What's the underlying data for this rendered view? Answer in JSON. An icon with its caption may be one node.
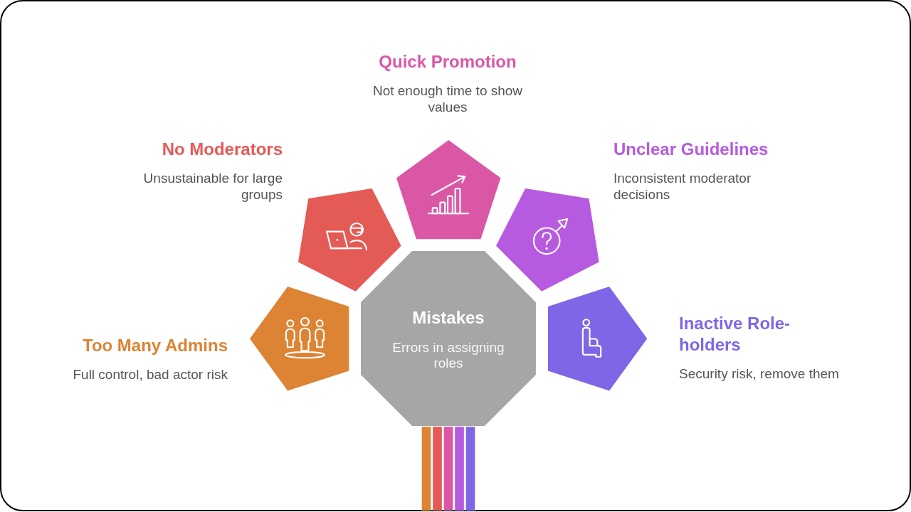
{
  "diagram": {
    "nodes": [
      {
        "text": [
          "Mistakes",
          "Errors in assigning roles"
        ]
      },
      {
        "text": [],
        "shape": "pentagon",
        "beside": [
          "Too Many Admins",
          "Full control, bad actor risk"
        ]
      },
      {
        "text": [],
        "shape": "pentagon",
        "beside": [
          "No Moderators",
          "Unsustainable for large groups"
        ]
      },
      {
        "text": [],
        "shape": "pentagon",
        "beside": [
          "Quick Promotion",
          "Not enough time to show values"
        ]
      },
      {
        "text": [],
        "shape": "pentagon",
        "beside": [
          "Unclear Guidelines",
          "Inconsistent moderator decisions"
        ]
      },
      {
        "text": [],
        "shape": "pentagon",
        "beside": [
          "Inactive Role-holders",
          "Security risk, remove them"
        ]
      }
    ]
  }
}
